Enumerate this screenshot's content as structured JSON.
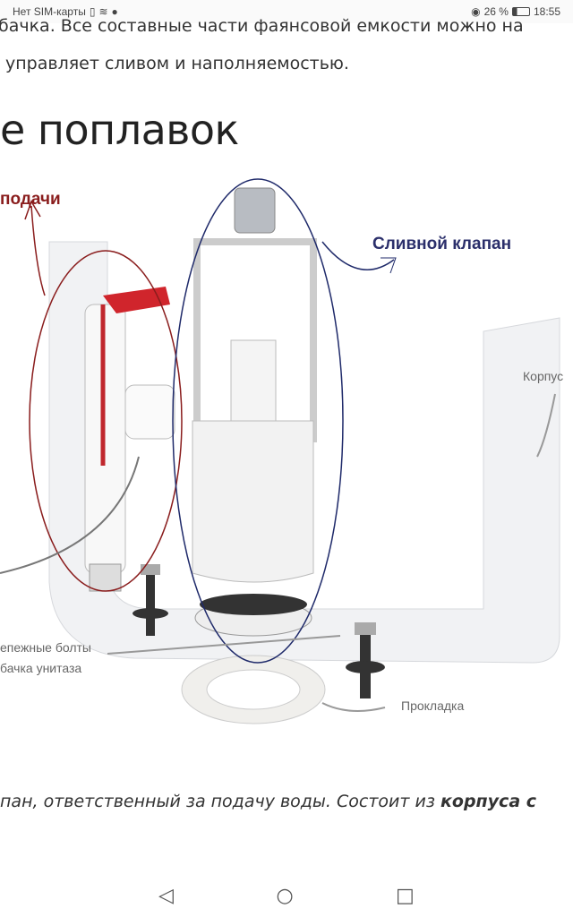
{
  "status_bar": {
    "carrier": "Нет SIM-карты",
    "battery": "26 %",
    "time": "18:55"
  },
  "article": {
    "line1": "бачка. Все составные части фаянсовой емкости можно на",
    "line2": "управляет сливом и наполняемостью.",
    "heading": "е поплавок",
    "paragraph_italic": "пан, ответственный за подачу воды. Состоит из ",
    "paragraph_bold": "корпуса с"
  },
  "figure": {
    "label_supply": "подачи",
    "label_drain_valve": "Сливной клапан",
    "label_body": "Корпус",
    "label_bolts_1": "епежные болты",
    "label_bolts_2": "бачка унитаза",
    "label_gasket": "Прокладка"
  },
  "nav": {
    "back": "◁",
    "home": "○",
    "recent": "□"
  }
}
